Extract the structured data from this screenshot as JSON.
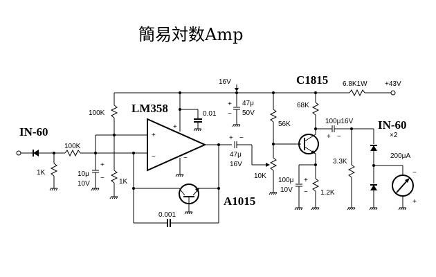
{
  "title": "簡易対数Amp",
  "parts": {
    "opamp": "LM358",
    "q_log": "A1015",
    "q_amp": "C1815",
    "d_in": "IN-60",
    "d_out": "IN-60",
    "d_out_qty": "×2"
  },
  "labels": {
    "r_in_shunt": "1K",
    "r_in_series": "100K",
    "r_bias_top": "100K",
    "r_bias_bot": "1K",
    "c_bias_val": "10μ",
    "c_bias_volt": "10V",
    "c_bypass": "0.01",
    "c_fb": "0.001",
    "supply_16v": "16V",
    "c_sup_val": "47μ",
    "c_sup_volt": "50V",
    "c_couple_val": "47μ",
    "c_couple_volt": "16V",
    "pot": "10K",
    "r_56k": "56K",
    "r_68k": "68K",
    "r_drop": "6.8K1W",
    "supply_43v": "+43V",
    "c_out": "100μ16V",
    "c_emit_val": "100μ",
    "c_emit_volt": "10V",
    "r_emit": "1.2K",
    "r_load": "3.3K",
    "meter": "200μA"
  },
  "polarity": {
    "plus": "+",
    "minus": "−"
  }
}
